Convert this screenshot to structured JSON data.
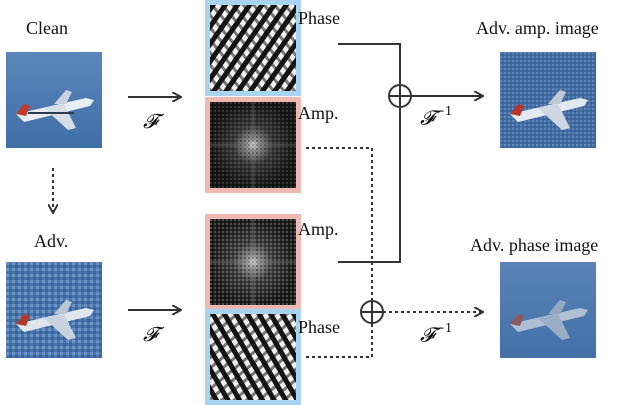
{
  "labels": {
    "clean": "Clean",
    "adv": "Adv.",
    "phase_top": "Phase",
    "amp_top": "Amp.",
    "amp_bottom": "Amp.",
    "phase_bottom": "Phase",
    "adv_amp_image": "Adv. amp. image",
    "adv_phase_image": "Adv. phase image"
  },
  "math": {
    "fourier_top": "𝓕",
    "fourier_bottom": "𝓕",
    "inverse_top": "𝓕",
    "inverse_bottom": "𝓕",
    "inverse_exp": "−1"
  },
  "colors": {
    "phase_border": "#a9d4ef",
    "amp_border": "#efb9b3",
    "sky": "#4f79ad",
    "line": "#333333"
  }
}
